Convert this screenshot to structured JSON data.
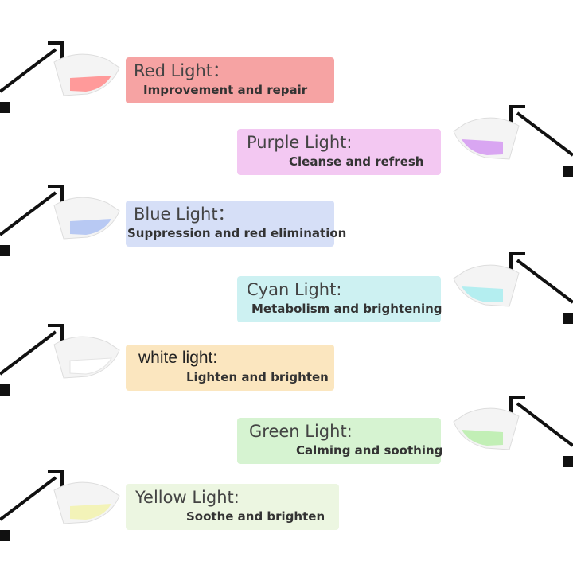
{
  "lights": [
    {
      "title": "Red Light：",
      "subtitle": "Improvement and repair",
      "box_color": "#f6a3a3",
      "glow_color": "#ff9a9a",
      "side": "left"
    },
    {
      "title": "Purple Light:",
      "subtitle": "Cleanse and refresh",
      "box_color": "#f3c8f2",
      "glow_color": "#d9a6f2",
      "side": "right"
    },
    {
      "title": "Blue Light：",
      "subtitle": "Suppression and red elimination",
      "box_color": "#d6dff7",
      "glow_color": "#b8c9f3",
      "side": "left"
    },
    {
      "title": "Cyan Light:",
      "subtitle": "Metabolism and brightening",
      "box_color": "#cdf1f2",
      "glow_color": "#b4eef0",
      "side": "right"
    },
    {
      "title": "white light:",
      "subtitle": "Lighten and brighten",
      "box_color": "#fbe6bf",
      "glow_color": "#ffffff",
      "side": "left"
    },
    {
      "title": "Green Light:",
      "subtitle": "Calming and soothing",
      "box_color": "#d6f3d1",
      "glow_color": "#c2efb6",
      "side": "right"
    },
    {
      "title": "Yellow Light:",
      "subtitle": "Soothe and brighten",
      "box_color": "#ecf6e1",
      "glow_color": "#f3f3b8",
      "side": "left"
    }
  ]
}
